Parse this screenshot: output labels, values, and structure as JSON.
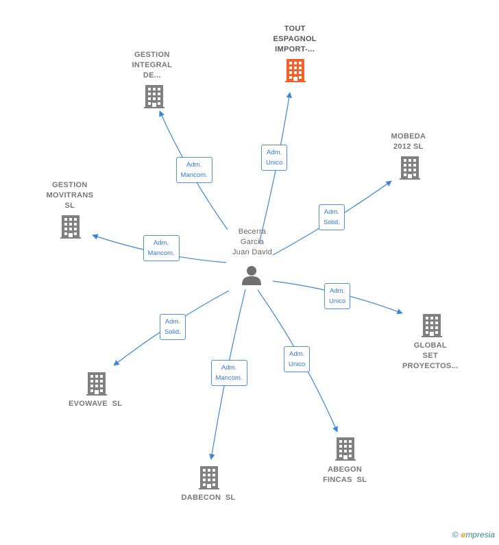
{
  "center": {
    "name_lines": [
      "Becerra",
      "Garcia",
      "Juan David"
    ],
    "icon": "person-icon"
  },
  "companies": [
    {
      "id": "tout",
      "lines": [
        "TOUT",
        "ESPAGNOL",
        "IMPORT-..."
      ],
      "highlight": true,
      "role": [
        "Adm.",
        "Unico"
      ],
      "icon": "building-icon"
    },
    {
      "id": "gestion-integral",
      "lines": [
        "GESTION",
        "INTEGRAL",
        "DE..."
      ],
      "highlight": false,
      "role": [
        "Adm.",
        "Mancom."
      ],
      "icon": "building-icon"
    },
    {
      "id": "mobeda",
      "lines": [
        "MOBEDA",
        "2012 SL"
      ],
      "highlight": false,
      "role": [
        "Adm.",
        "Solid."
      ],
      "icon": "building-icon"
    },
    {
      "id": "gestion-movitrans",
      "lines": [
        "GESTION",
        "MOVITRANS",
        "SL"
      ],
      "highlight": false,
      "role": [
        "Adm.",
        "Mancom."
      ],
      "icon": "building-icon"
    },
    {
      "id": "global-set",
      "lines": [
        "GLOBAL",
        "SET",
        "PROYECTOS..."
      ],
      "highlight": false,
      "role": [
        "Adm.",
        "Unico"
      ],
      "icon": "building-icon"
    },
    {
      "id": "evowave",
      "lines": [
        "EVOWAVE  SL"
      ],
      "highlight": false,
      "role": [
        "Adm.",
        "Solid."
      ],
      "icon": "building-icon"
    },
    {
      "id": "dabecon",
      "lines": [
        "DABECON  SL"
      ],
      "highlight": false,
      "role": [
        "Adm.",
        "Mancom."
      ],
      "icon": "building-icon"
    },
    {
      "id": "abegon",
      "lines": [
        "ABEGON",
        "FINCAS  SL"
      ],
      "highlight": false,
      "role": [
        "Adm.",
        "Unico"
      ],
      "icon": "building-icon"
    }
  ],
  "colors": {
    "edge": "#3a85d6",
    "building": "#808080",
    "building_highlight": "#f0622a",
    "person": "#707070"
  },
  "footer": {
    "copyright": "©",
    "brand_initial": "e",
    "brand_rest": "mpresia"
  }
}
